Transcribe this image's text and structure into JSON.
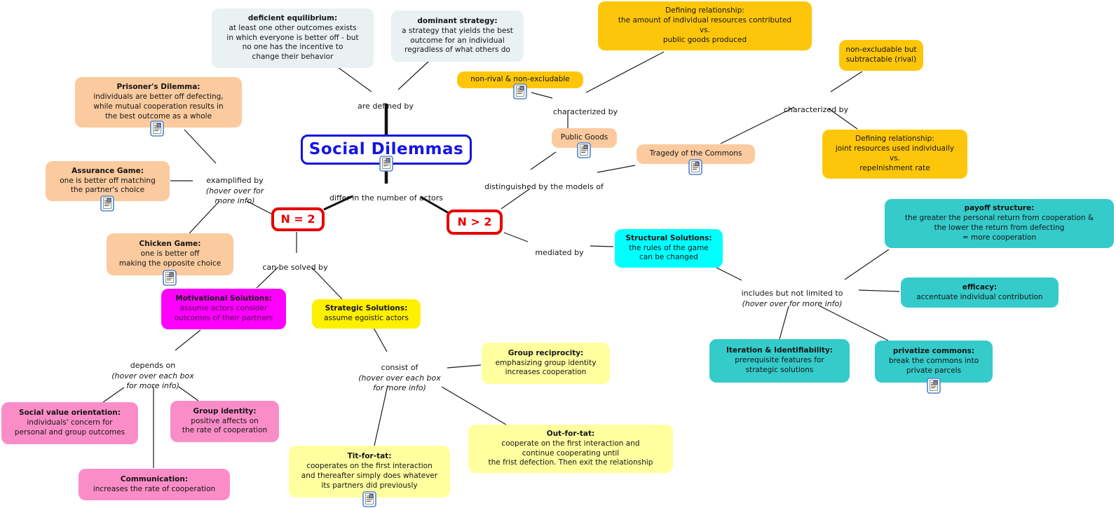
{
  "palette": {
    "background": "#ffffff",
    "root_border_blue": "#1414dd",
    "root_text_blue": "#1414e6",
    "n_box_red": "#e60000",
    "gold": "#fdc60b",
    "peach": "#fbca9e",
    "slate": "#e9f1f3",
    "magenta": "#ff00ff",
    "bright_yellow": "#fff000",
    "light_yellow": "#ffffa0",
    "cyan": "#00ffff",
    "teal": "#35cbcb",
    "pink": "#fa8dc8",
    "line_black": "#1a1a1a"
  },
  "icons": {
    "resource_icon_name": "resource-document-icon"
  },
  "nodes": {
    "social_dilemmas": {
      "title": "Social Dilemmas"
    },
    "n_equals_2": {
      "title": "N = 2"
    },
    "n_greater_2": {
      "title": "N > 2"
    },
    "deficient_equilibrium": {
      "title": "deficient equilibrium:",
      "body": "at least one other outcomes exists\nin which everyone is better off - but\nno one has the incentive to\nchange their behavior"
    },
    "dominant_strategy": {
      "title": "dominant strategy:",
      "body": "a strategy that yields the best\noutcome for an individual\nregradless of what others do"
    },
    "defining_public_goods": {
      "body": "Defining relationship:\nthe amount of individual resources contributed\nvs.\npublic goods produced"
    },
    "non_excludable": {
      "body": "non-excludable but\nsubtractable (rival)"
    },
    "non_rival": {
      "body": "non-rival & non-excludable"
    },
    "prisoners_dilemma": {
      "title": "Prisoner's Dilemma:",
      "body": "individuals are better off defecting,\nwhile mutual cooperation results in\nthe best outcome as a whole"
    },
    "assurance_game": {
      "title": "Assurance Game:",
      "body": "one is better off matching\nthe partner's choice"
    },
    "chicken_game": {
      "title": "Chicken Game:",
      "body": "one is better off\nmaking the opposite choice"
    },
    "public_goods": {
      "body": "Public Goods"
    },
    "tragedy_of_commons": {
      "body": "Tragedy of the Commons"
    },
    "defining_commons": {
      "body": "Defining relationship:\njoint resources used individually\nvs.\nrepelnishment rate"
    },
    "structural_solutions": {
      "title": "Structural Solutions:",
      "body": "the rules of the game\ncan be changed"
    },
    "payoff_structure": {
      "title": "payoff structure:",
      "body": "the greater the personal return from cooperation &\nthe lower the return from defecting\n= more cooperation"
    },
    "efficacy": {
      "title": "efficacy:",
      "body": "accentuate individual contribution"
    },
    "iteration_identifiability": {
      "title": "Iteration & Identifiability:",
      "body": "prerequisite features for\nstrategic solutions"
    },
    "privatize_commons": {
      "title": "privatize commons:",
      "body": "break the commons into\nprivate parcels"
    },
    "motivational_solutions": {
      "title": "Motivational Solutions:",
      "body": "assume actors consider\noutcomes of their partners"
    },
    "strategic_solutions": {
      "title": "Strategic Solutions:",
      "body": "assume egoistic actors"
    },
    "group_reciprocity": {
      "title": "Group reciprocity:",
      "body": "emphasizing group identity\nincreases cooperation"
    },
    "social_value_orientation": {
      "title": "Social value orientation:",
      "body": "individuals' concern for\npersonal and group outcomes"
    },
    "group_identity": {
      "title": "Group identity:",
      "body": "positive affects on\nthe rate of cooperation"
    },
    "communication": {
      "title": "Communication:",
      "body": "increases the rate of cooperation"
    },
    "tit_for_tat": {
      "title": "Tit-for-tat:",
      "body": "cooperates on the first interaction\nand thereafter simply does whatever\nits partners did previously"
    },
    "out_for_tat": {
      "title": "Out-for-tat:",
      "body": "cooperate on the first interaction and\ncontinue cooperating until\nthe frist defection. Then exit the relationship"
    }
  },
  "labels": {
    "are_defined_by": {
      "text": "are defined by"
    },
    "characterized_by_left": {
      "text": "characterized by"
    },
    "characterized_by_right": {
      "text": "characterized by"
    },
    "examplified_by": {
      "text": "examplified by",
      "hint": "(hover over for\nmore info)"
    },
    "differ": {
      "text": "differ in the number of actors"
    },
    "distinguished": {
      "text": "distinguished by the models of"
    },
    "mediated_by": {
      "text": "mediated by"
    },
    "can_be_solved_by": {
      "text": "can be solved by"
    },
    "includes": {
      "text": "includes but not limited to",
      "hint": "(hover over for more info)"
    },
    "depends_on": {
      "text": "depends on",
      "hint": "(hover over each box\nfor more info)"
    },
    "consist_of": {
      "text": "consist of",
      "hint": "(hover over each box\nfor more info)"
    }
  }
}
